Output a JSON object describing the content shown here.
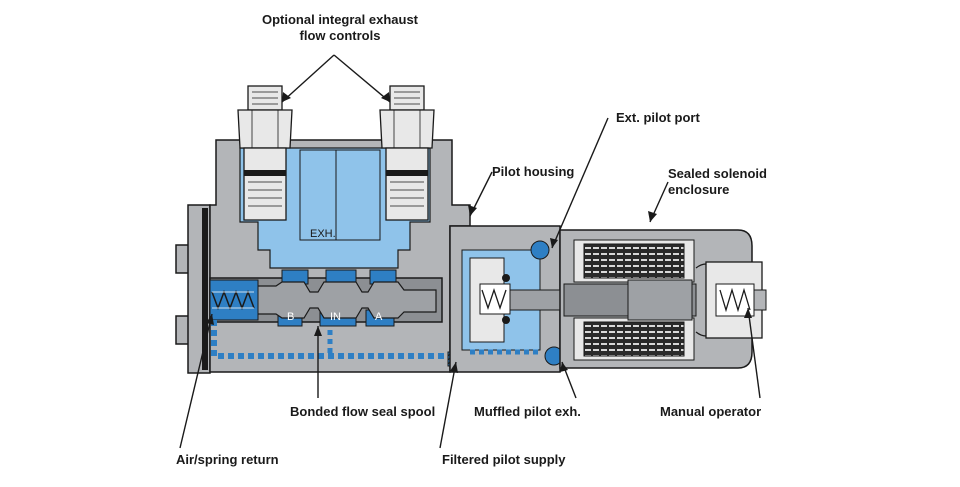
{
  "labels": {
    "exhaust_flow_controls_line1": "Optional integral exhaust",
    "exhaust_flow_controls_line2": "flow controls",
    "pilot_housing": "Pilot housing",
    "ext_pilot_port": "Ext. pilot port",
    "sealed_solenoid_line1": "Sealed solenoid",
    "sealed_solenoid_line2": "enclosure",
    "bonded_flow_seal_spool": "Bonded flow seal spool",
    "muffled_pilot_exh": "Muffled pilot exh.",
    "manual_operator": "Manual operator",
    "air_spring_return": "Air/spring return",
    "filtered_pilot_supply": "Filtered pilot supply"
  },
  "inner_labels": {
    "exh": "EXH.",
    "port_b": "B",
    "port_in": "IN",
    "port_a": "A"
  },
  "colors": {
    "body_gray": "#b3b5b8",
    "dark_gray": "#8c8f93",
    "light_blue": "#8fc3ea",
    "dark_blue": "#2e7fc4",
    "outline": "#1a1a1a",
    "coil": "#2a2a2a"
  }
}
